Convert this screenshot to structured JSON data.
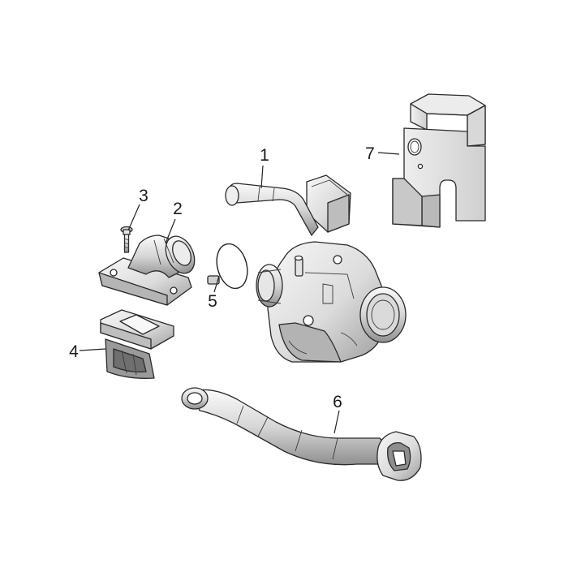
{
  "colors": {
    "background": "#ffffff",
    "line": "#2a2a2a",
    "fill_light": "#f1f1f1",
    "fill_mid": "#d9d9d9",
    "fill_dark": "#a8a8a8"
  },
  "callouts": {
    "c1": "1",
    "c2": "2",
    "c3": "3",
    "c4": "4",
    "c5": "5",
    "c6": "6",
    "c7": "7"
  },
  "parts": [
    {
      "id": "1",
      "icon": "carburetor-icon"
    },
    {
      "id": "2",
      "icon": "intake-manifold-icon"
    },
    {
      "id": "3",
      "icon": "screw-icon"
    },
    {
      "id": "4",
      "icon": "reed-valve-icon"
    },
    {
      "id": "5",
      "icon": "hose-clamp-icon"
    },
    {
      "id": "6",
      "icon": "air-intake-hose-icon"
    },
    {
      "id": "7",
      "icon": "thermal-insulator-block-icon"
    }
  ]
}
